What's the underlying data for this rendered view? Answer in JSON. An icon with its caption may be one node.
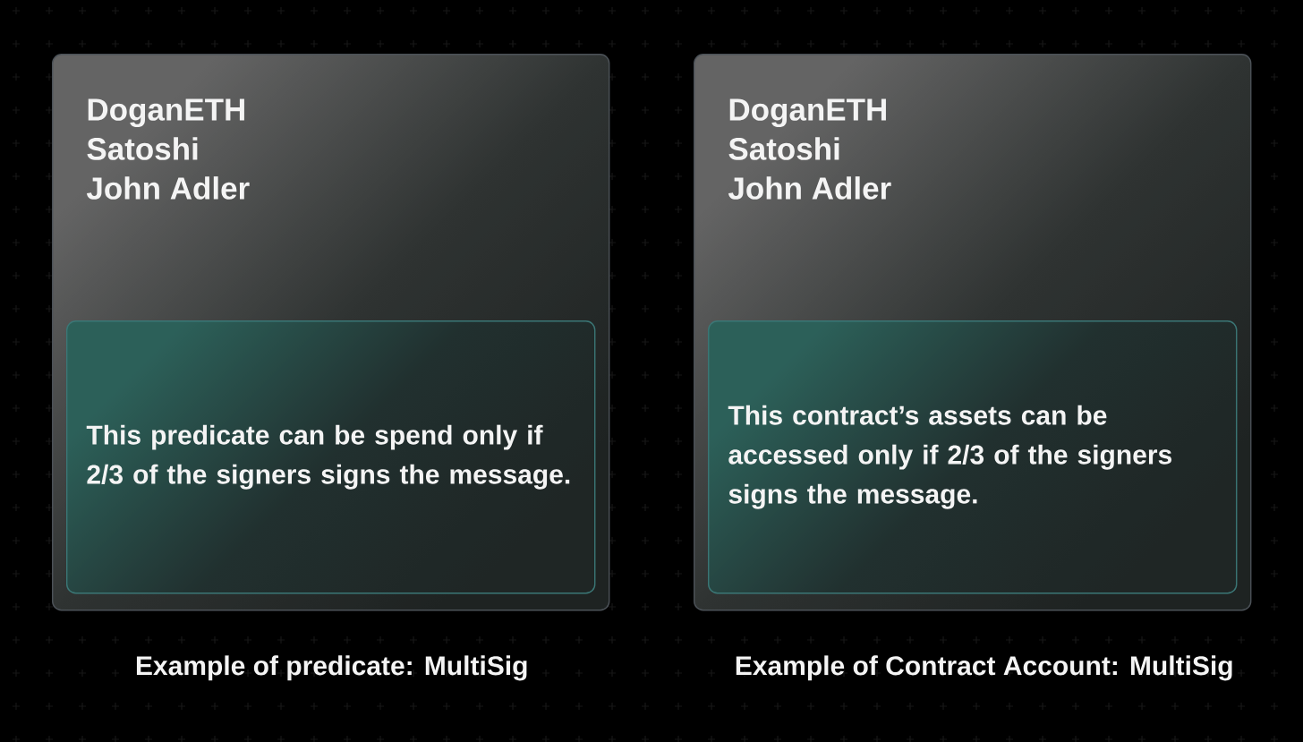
{
  "diagram": {
    "nodes": [
      {
        "text": [
          "DoganETH",
          "Satoshi",
          "John Adler"
        ],
        "beside": [
          "Example of predicate: MultiSig"
        ]
      },
      {
        "text": [
          "This predicate can be spend only if 2/3 of the signers signs the message."
        ],
        "in": 0
      },
      {
        "text": [
          "DoganETH",
          "Satoshi",
          "John Adler"
        ],
        "beside": [
          "Example of Contract Account: MultiSig"
        ]
      },
      {
        "text": [
          "This contract’s assets can be accessed only if 2/3 of the signers signs the message."
        ],
        "in": 2
      }
    ]
  }
}
